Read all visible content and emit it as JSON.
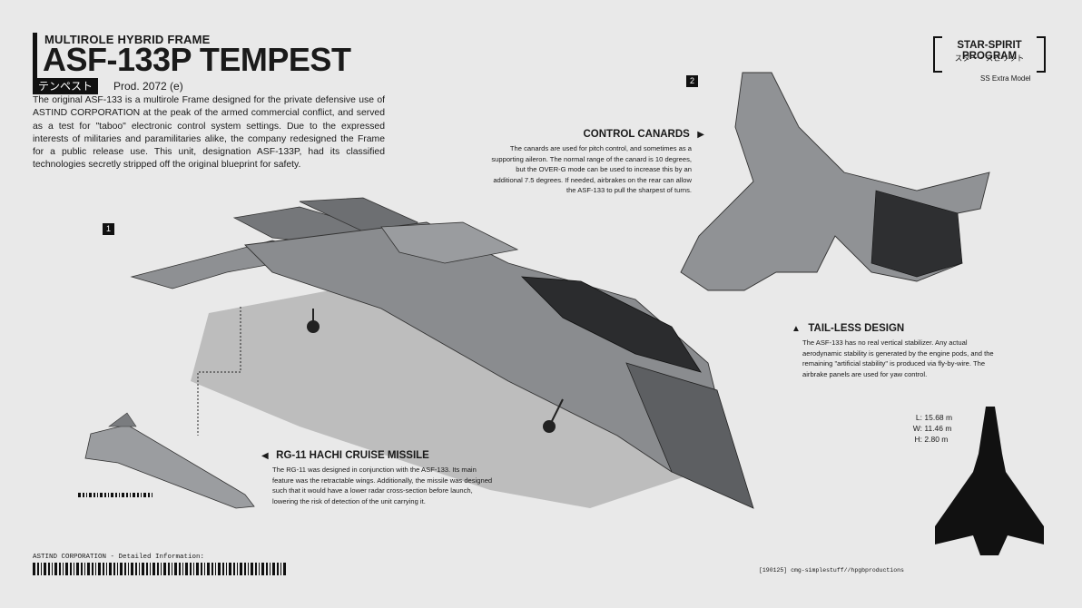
{
  "header": {
    "subtitle": "MULTIROLE HYBRID FRAME",
    "title": "ASF-133P TEMPEST",
    "katakana": "テンペスト",
    "prod": "Prod. 2072 (e)"
  },
  "intro": "The original ASF-133 is a multirole Frame designed for the private defensive use of ASTIND CORPORATION at the peak of the armed commercial conflict, and served as a test for \"taboo\" electronic control system settings. Due to the expressed interests of militaries and paramilitaries alike, the company redesigned the Frame for a public release use. This unit, designation ASF-133P, had its classified technologies secretly stripped off the original blueprint for safety.",
  "logo": {
    "main": "STAR-SPIRIT PROGRAM",
    "sub": "スター・スピリット",
    "model": "SS Extra Model"
  },
  "badges": {
    "one": "1",
    "two": "2"
  },
  "sections": {
    "canards": {
      "title": "CONTROL CANARDS",
      "arrow": "▶",
      "body": "The canards are used for pitch control, and sometimes as a supporting aileron. The normal range of the canard is 10 degrees, but the OVER-G mode can be used to increase this by an additional 7.5 degrees. If needed, airbrakes on the rear can allow the ASF-133 to pull the sharpest of turns."
    },
    "tailless": {
      "title": "TAIL-LESS DESIGN",
      "arrow": "▲",
      "body": "The ASF-133 has no real vertical stabilizer. Any actual aerodynamic stability is generated by the engine pods, and the remaining \"artificial stability\" is produced via fly-by-wire. The airbrake panels are used for yaw control."
    },
    "missile": {
      "title": "RG-11 HACHI CRUISE MISSILE",
      "arrow": "◀",
      "body": "The RG-11 was designed in conjunction with the ASF-133. Its main feature was the retractable wings. Additionally, the missile was designed such that it would have a lower radar cross-section before launch, lowering the risk of detection of the unit carrying it."
    }
  },
  "dimensions": [
    {
      "label": "L:",
      "value": "15.68 m"
    },
    {
      "label": "W:",
      "value": "11.46 m"
    },
    {
      "label": "H:",
      "value": "2.80 m"
    }
  ],
  "footer": {
    "label": "ASTIND CORPORATION - Detailed Information:",
    "credit": "[190125] cmg-simplestuff//hpgbproductions"
  },
  "colors": {
    "background": "#e9e9e9",
    "ink": "#111111",
    "hull": "#8c8e90",
    "hull_dark": "#5e6063",
    "shadow": "#bdbdbd"
  }
}
